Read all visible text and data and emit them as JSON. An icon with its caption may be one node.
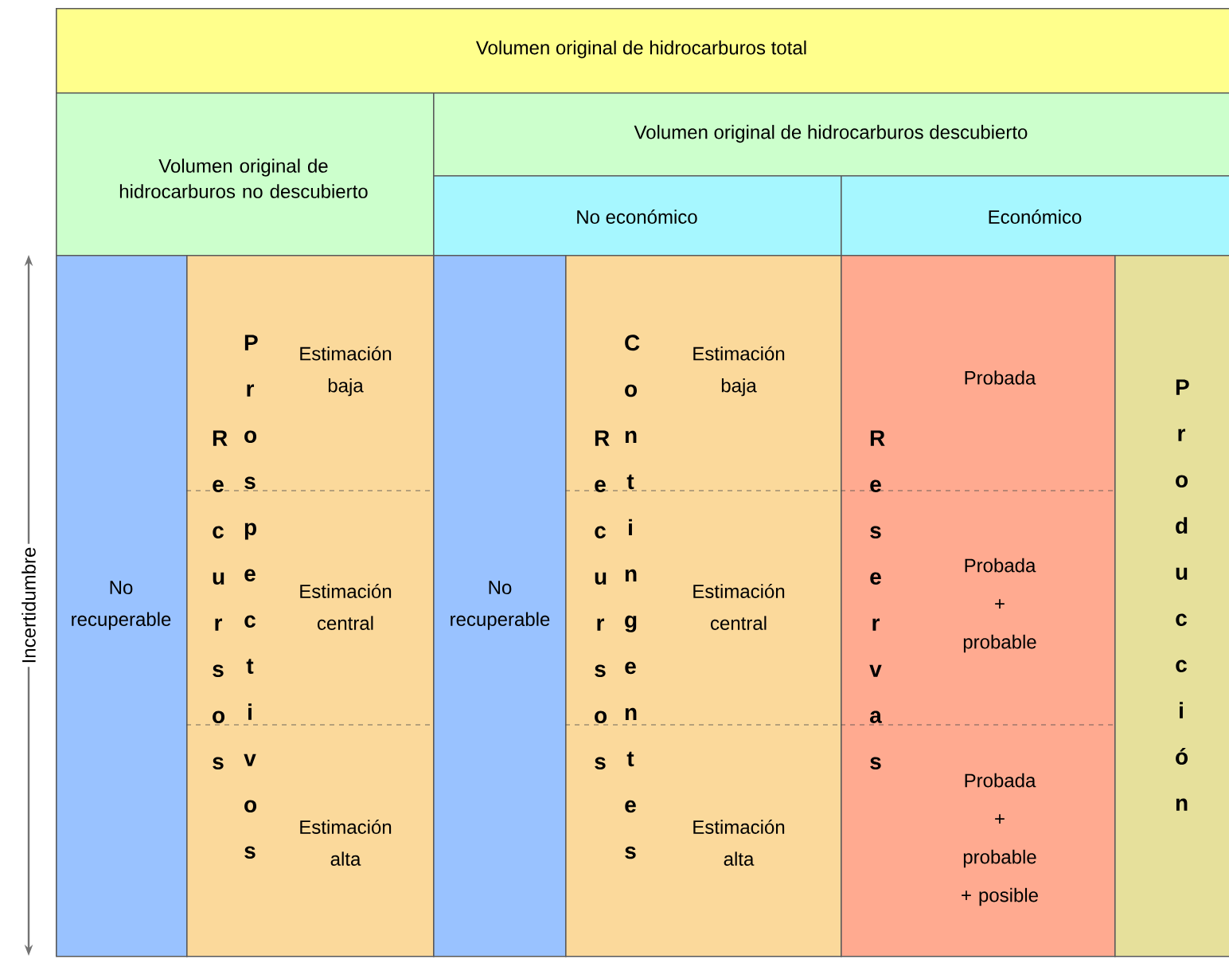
{
  "diagram": {
    "nodes": [
      {
        "text": [
          "Volumen original de hidrocarburos total"
        ]
      },
      {
        "text": [
          "Volumen original de hidrocarburos no descubierto"
        ]
      },
      {
        "text": [
          "Volumen original de hidrocarburos descubierto"
        ]
      },
      {
        "text": [
          "No económico"
        ]
      },
      {
        "text": [
          "Económico"
        ]
      },
      {
        "text": [
          "No recuperable"
        ]
      },
      {
        "text": [
          "Recursos",
          "Prospectivos",
          "Estimación baja",
          "Estimación central",
          "Estimación alta"
        ]
      },
      {
        "text": [
          "No recuperable"
        ]
      },
      {
        "text": [
          "Recursos",
          "Contingentes",
          "Estimación baja",
          "Estimación central",
          "Estimación alta"
        ]
      },
      {
        "text": [
          "Reservas",
          "Probada",
          "Probada + probable",
          "Probada + probable + posible"
        ]
      },
      {
        "text": [
          "Producción"
        ]
      }
    ],
    "labels": [
      "Incertidumbre"
    ]
  }
}
